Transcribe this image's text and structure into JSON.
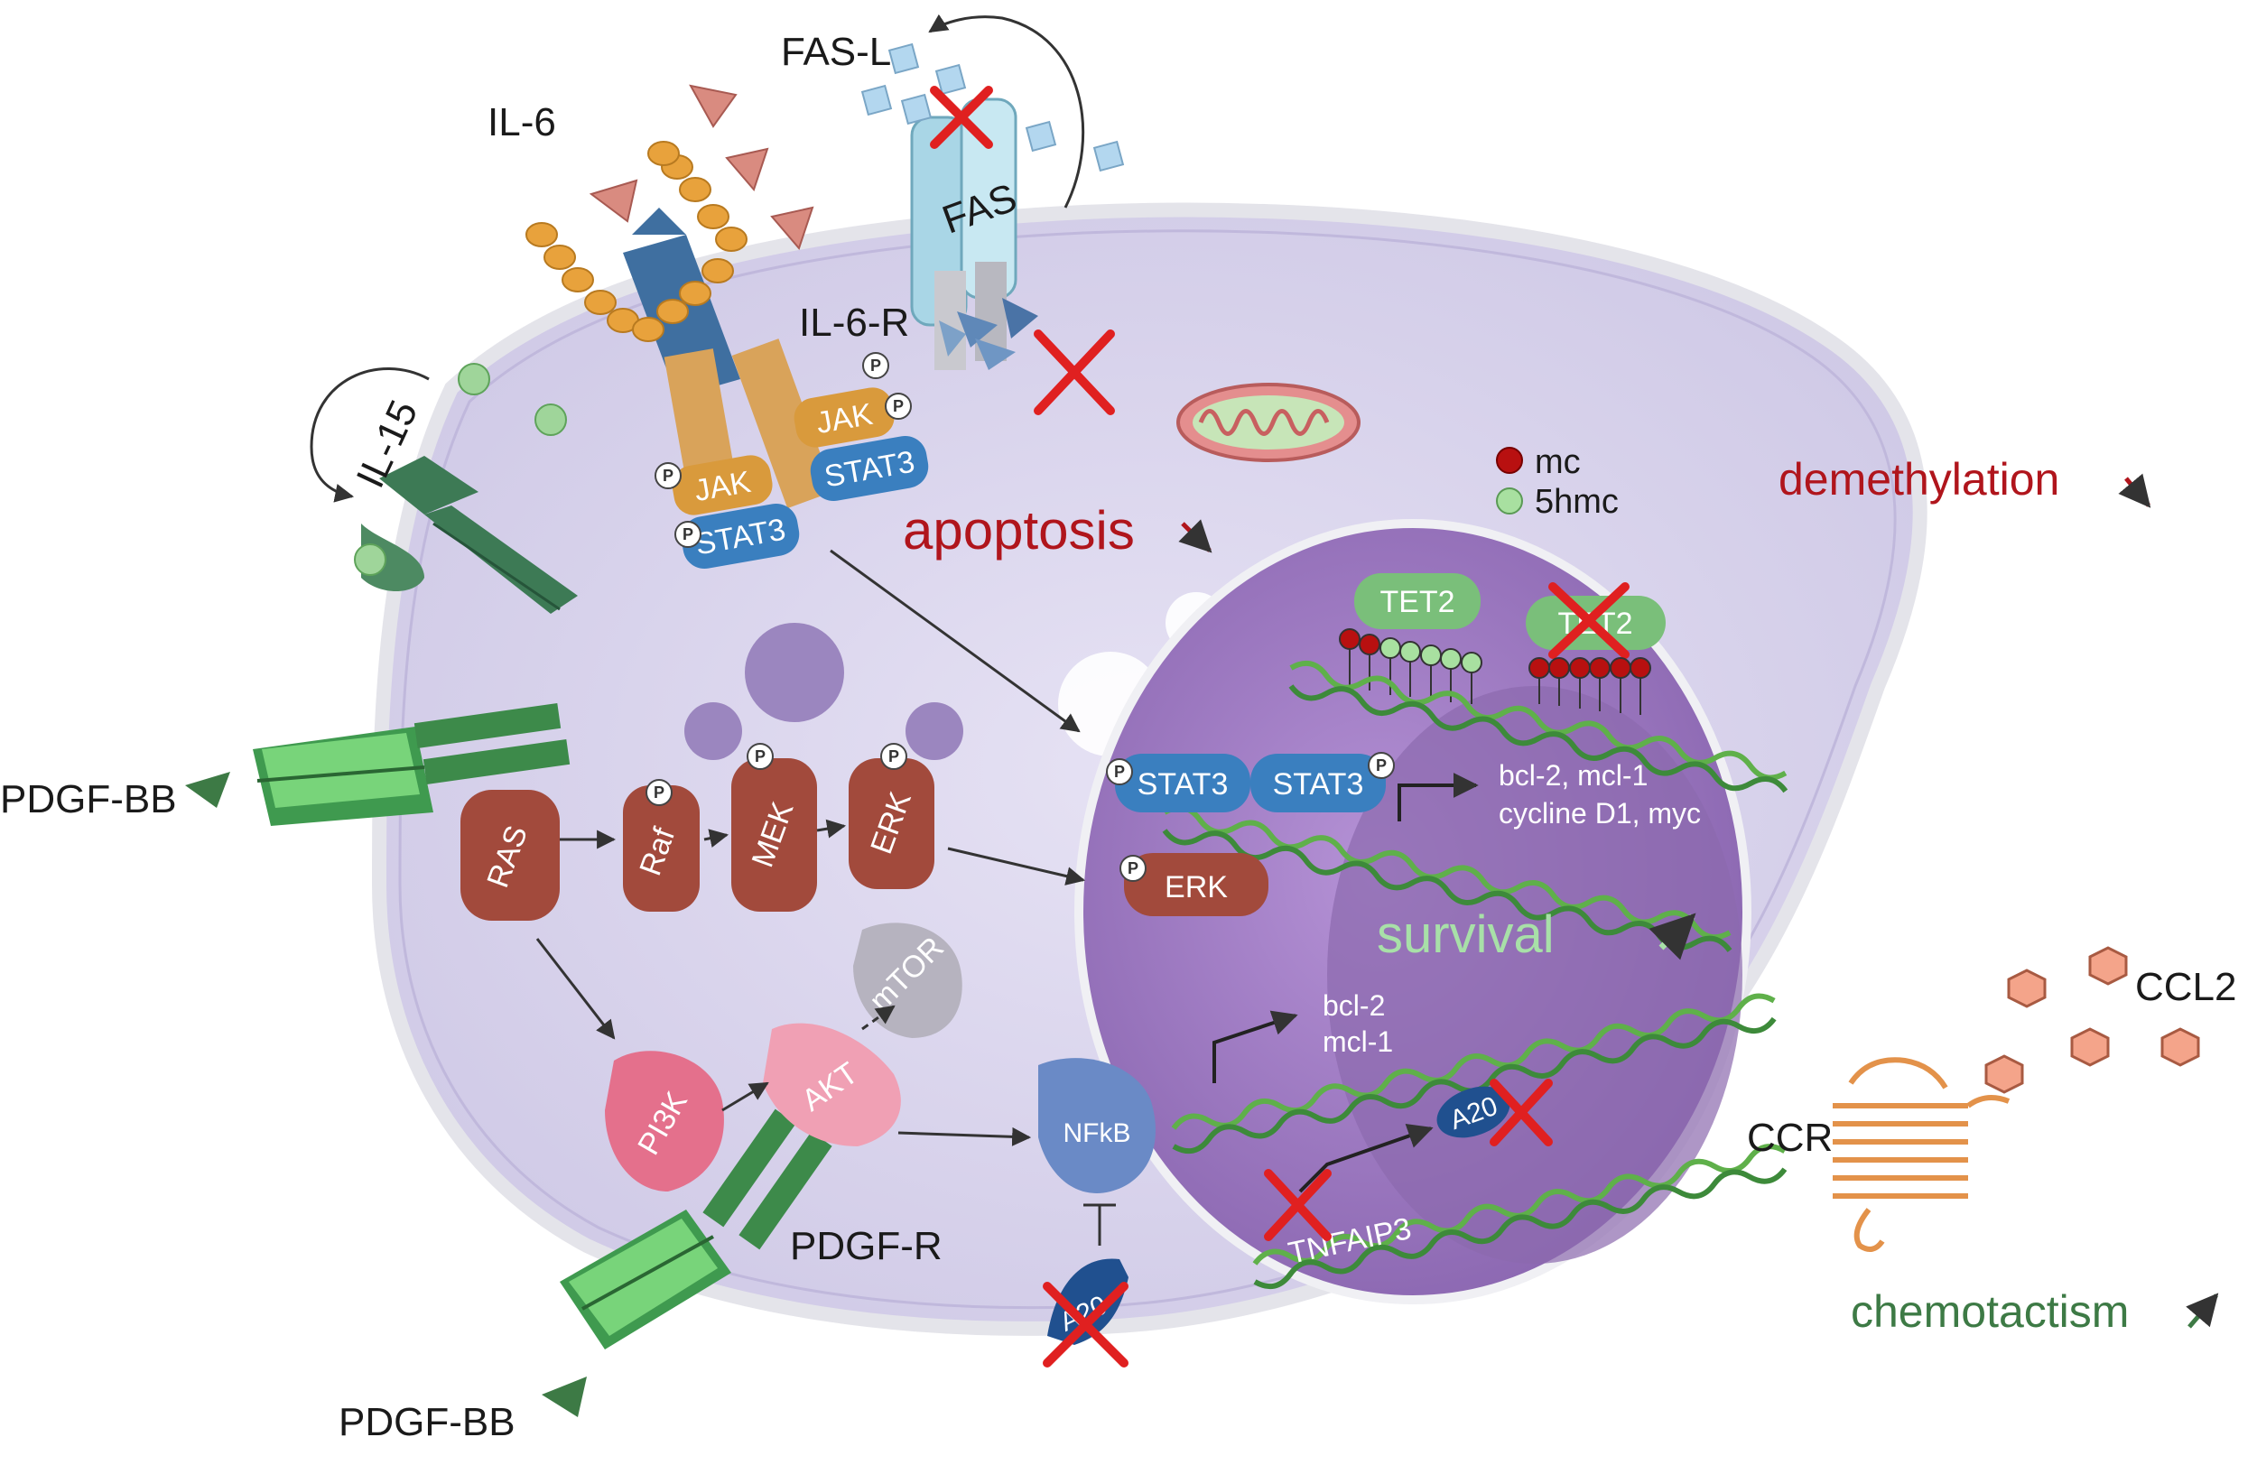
{
  "labels": {
    "fas_l": "FAS-L",
    "il6": "IL-6",
    "fas": "FAS",
    "il6r": "IL-6-R",
    "il15": "IL-15",
    "jak": "JAK",
    "stat3": "STAT3",
    "p": "P",
    "pdgf_bb": "PDGF-BB",
    "pdgf_r": "PDGF-R",
    "ras": "RAS",
    "raf": "Raf",
    "mek": "MEK",
    "erk": "ERK",
    "pi3k": "PI3K",
    "akt": "AKT",
    "mtor": "mTOR",
    "nfkb": "NFkB",
    "a20": "A20",
    "tet2": "TET2",
    "tnfaip3": "TNFAIP3",
    "ccr": "CCR",
    "ccl2": "CCL2",
    "legend_mc": "mc",
    "legend_5hmc": "5hmc",
    "stat3_targets_line1": "bcl-2, mcl-1",
    "stat3_targets_line2": "cycline D1, myc",
    "nfkb_targets_line1": "bcl-2",
    "nfkb_targets_line2": "mcl-1"
  },
  "effects": {
    "apoptosis": "apoptosis",
    "demethylation": "demethylation",
    "survival": "survival",
    "chemotactism": "chemotactism"
  },
  "colors": {
    "cell": "#dcd8ee",
    "nucleus": "#9a78bf",
    "red_effect": "#b0151c",
    "green_effect": "#3d7a45",
    "survival": "#a8e0a8",
    "kinase": "#a24a3c",
    "stat3": "#3a7fbf",
    "jak": "#d99a3c",
    "pink": "#e8889a"
  }
}
